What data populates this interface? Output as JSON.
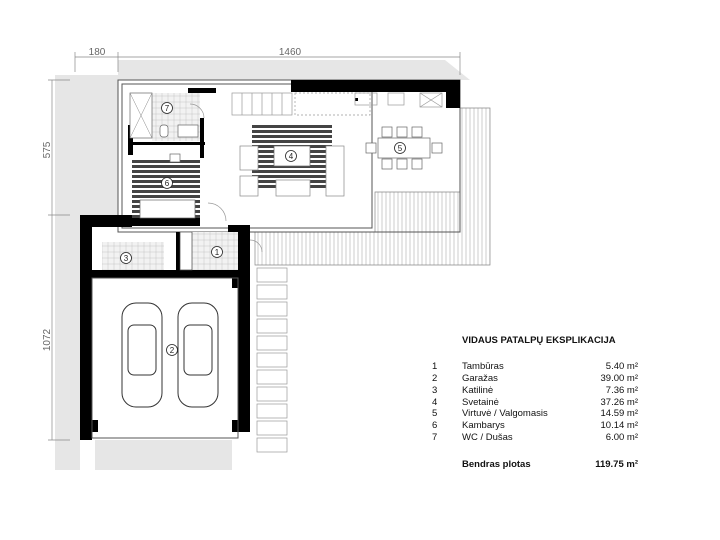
{
  "dimensions": {
    "left_width": "180",
    "main_width": "1460",
    "top_depth": "575",
    "garage_depth": "1072"
  },
  "rooms": [
    {
      "number": "1"
    },
    {
      "number": "2"
    },
    {
      "number": "3"
    },
    {
      "number": "4"
    },
    {
      "number": "5"
    },
    {
      "number": "6"
    },
    {
      "number": "7"
    }
  ],
  "legend": {
    "title": "VIDAUS PATALPŲ EKSPLIKACIJA",
    "rows": [
      {
        "no": "1",
        "name": "Tambūras",
        "area": "5.40 m²"
      },
      {
        "no": "2",
        "name": "Garažas",
        "area": "39.00 m²"
      },
      {
        "no": "3",
        "name": "Katilinė",
        "area": "7.36 m²"
      },
      {
        "no": "4",
        "name": "Svetainė",
        "area": "37.26 m²"
      },
      {
        "no": "5",
        "name": "Virtuvė / Valgomasis",
        "area": "14.59 m²"
      },
      {
        "no": "6",
        "name": "Kambarys",
        "area": "10.14 m²"
      },
      {
        "no": "7",
        "name": "WC / Dušas",
        "area": "6.00 m²"
      }
    ],
    "total_label": "Bendras plotas",
    "total_area": "119.75 m²"
  },
  "colors": {
    "wall": "#000000",
    "shadow": "#e6e6e6",
    "line": "#555555"
  }
}
